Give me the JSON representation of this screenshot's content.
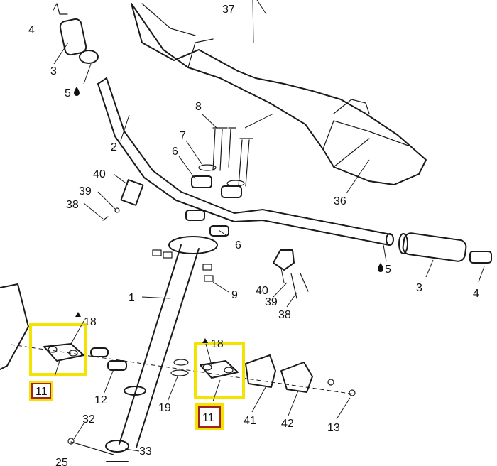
{
  "colors": {
    "highlight": "#f2e400",
    "label_box": "#a2221e",
    "line": "#1a1a1a"
  },
  "icons": {
    "grease": "drop-icon",
    "torque": "triangle-icon"
  },
  "callouts": {
    "c1": "1",
    "c2": "2",
    "c3a": "3",
    "c3b": "3",
    "c4a": "4",
    "c4b": "4",
    "c5a": "5",
    "c5b": "5",
    "c6a": "6",
    "c6b": "6",
    "c7": "7",
    "c8": "8",
    "c9": "9",
    "c11a": "11",
    "c11b": "11",
    "c12": "12",
    "c13": "13",
    "c18a": "18",
    "c18b": "18",
    "c19": "19",
    "c25": "25",
    "c32": "32",
    "c33": "33",
    "c36": "36",
    "c37": "37",
    "c38a": "38",
    "c38b": "38",
    "c39a": "39",
    "c39b": "39",
    "c40a": "40",
    "c40b": "40",
    "c41": "41",
    "c42": "42"
  }
}
